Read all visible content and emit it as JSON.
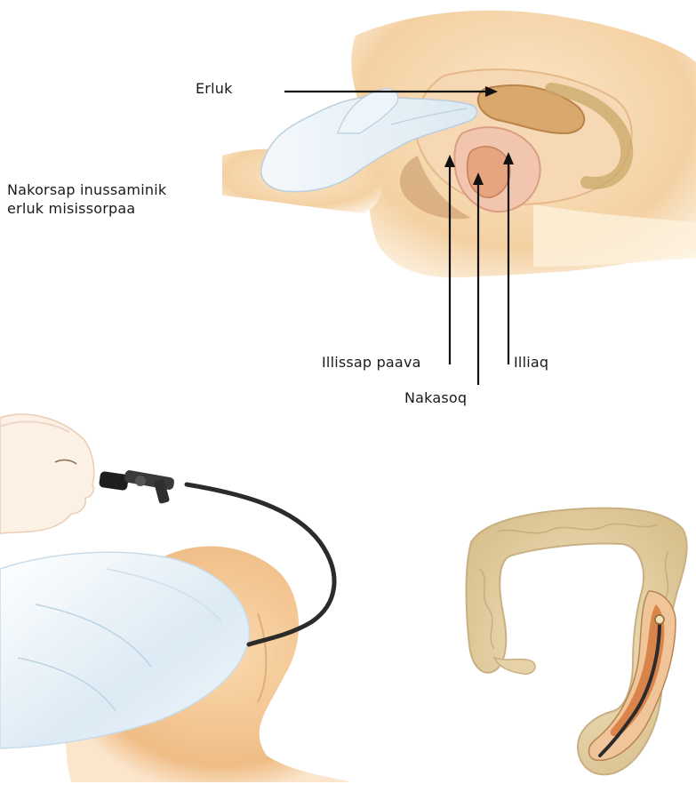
{
  "labels": {
    "erluk": "Erluk",
    "caption_line1": "Nakorsap inussaminik",
    "caption_line2": "erluk misissorpaa",
    "illissap_paava": "Illissap paava",
    "illiaq": "Illiaq",
    "nakasoq": "Nakasoq"
  },
  "colors": {
    "skin": "#f6d6ad",
    "skin_dark": "#e8b884",
    "glove": "#e8f2f8",
    "sheet": "#dfeef7",
    "organ_pink": "#f1c2ad",
    "colon": "#ead9b0",
    "colon_shadow": "#cbb584",
    "rectum_inner": "#d98a4e",
    "scope": "#2b2b2b",
    "arrow": "#111111"
  }
}
